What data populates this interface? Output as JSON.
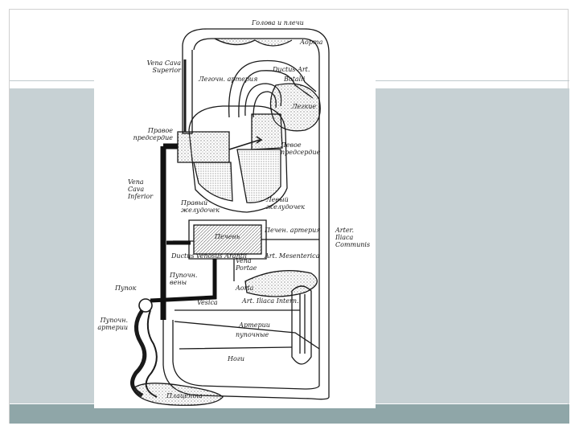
{
  "colors": {
    "background": "#ffffff",
    "band": "#c7d1d4",
    "bottom_bar": "#8fa6a8",
    "ink": "#1a1a1a"
  },
  "labels": {
    "head_shoulders": "Голова и плечи",
    "aorta": "Аорта",
    "vena_cava_superior": "Vena Cava\nSuperior",
    "pulmonary_artery": "Легочн. артерия",
    "ductus_arteriosus": "Ductus Art.",
    "botalli": "Botalli",
    "lungs": "Легкие",
    "right_atrium": "Правое\nпредсердие",
    "left_atrium": "Левое\nпредсердие",
    "vena_cava_inferior": "Vena\nCava\nInferior",
    "right_ventricle": "Правый\nжелудочек",
    "left_ventricle": "Левый\nжелудочек",
    "liver": "Печень",
    "hepatic_artery": "Печен. артерия",
    "arteria_iliaca_communis": "Arter.\nIliaca\nCommunis",
    "ductus_venosus": "Ductus venosus Arantii",
    "art_mesenterica": "Art. Mesenterica",
    "vena_portae": "Vena\nPortae",
    "umbilical_veins": "Пупочн.\nвены",
    "aorta_lower": "Aorta",
    "navel": "Пупок",
    "art_iliaca_interna": "Art. Iliaca Intern.",
    "vesica": "Vesica",
    "umbilical_arteries": "Пупочн.\nартерии",
    "arteries": "Артерии",
    "umbilical": "пупочные",
    "legs": "Ноги",
    "placenta": "Плацента"
  }
}
